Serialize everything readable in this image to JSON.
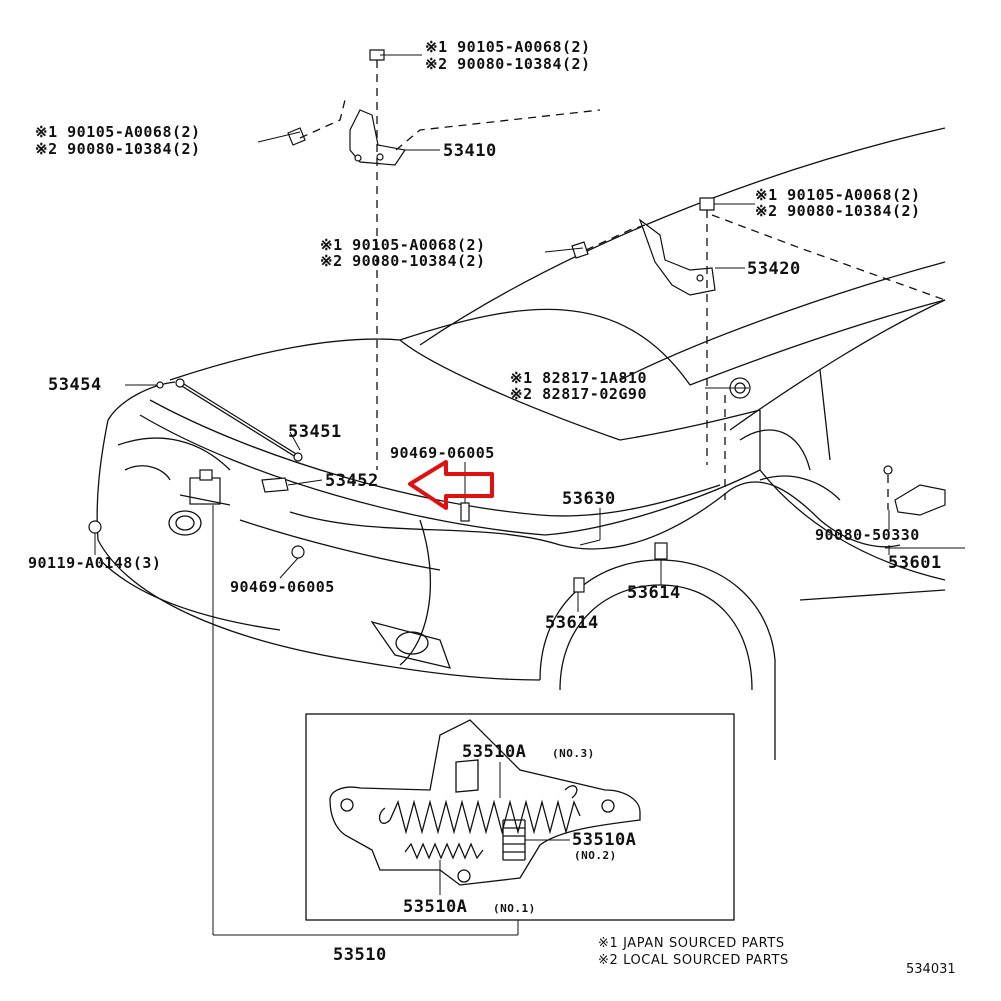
{
  "diagram": {
    "parts": {
      "p53410": "53410",
      "p53420": "53420",
      "p53454": "53454",
      "p53451": "53451",
      "p53452": "53452",
      "p53630": "53630",
      "p53614_right": "53614",
      "p53614_left": "53614",
      "p53601": "53601",
      "p53510": "53510"
    },
    "bolts": {
      "top": {
        "line1": "※1 90105-A0068(2)",
        "line2": "※2 90080-10384(2)"
      },
      "left": {
        "line1": "※1 90105-A0068(2)",
        "line2": "※2 90080-10384(2)"
      },
      "mid": {
        "line1": "※1 90105-A0068(2)",
        "line2": "※2 90080-10384(2)"
      },
      "right": {
        "line1": "※1 90105-A0068(2)",
        "line2": "※2 90080-10384(2)"
      }
    },
    "clip_82817": {
      "line1": "※1 82817-1A810",
      "line2": "※2 82817-02G90"
    },
    "cushion_top": "90469-06005",
    "cushion_bottom": "90469-06005",
    "clip_left": "90119-A0148(3)",
    "sensor_bolt": "90080-50330",
    "latch_detail": {
      "spring_no3": "53510A",
      "spring_no3_tag": "(NO.3)",
      "spring_no2": "53510A",
      "spring_no2_tag": "(NO.2)",
      "spring_no1": "53510A",
      "spring_no1_tag": "(NO.1)"
    },
    "legend": {
      "note1": "※1 JAPAN SOURCED PARTS",
      "note2": "※2 LOCAL SOURCED PARTS"
    },
    "figure_code": "534031",
    "highlight_color": "#e01010"
  }
}
